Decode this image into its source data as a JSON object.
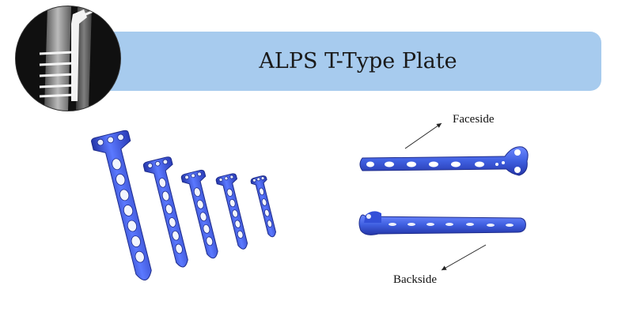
{
  "title": "ALPS T-Type Plate",
  "labels": {
    "faceside": "Faceside",
    "backside": "Backside"
  },
  "colors": {
    "banner": "#a7cbee",
    "plate_blue": "#3f5fe0",
    "plate_highlight": "#8fa6ff",
    "plate_shadow": "#2435a8"
  },
  "images": {
    "xray": "xray-of-plated-bone",
    "plate_set": "five-t-type-plates-of-decreasing-size",
    "faceside_plate": "t-plate-front-view",
    "backside_plate": "t-plate-back-view"
  }
}
